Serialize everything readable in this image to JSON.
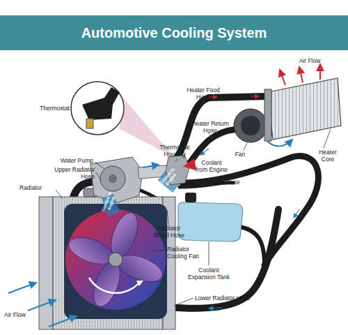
{
  "diagram": {
    "title": "Automotive Cooling System",
    "labels": [
      "Thermostat",
      "Heater Food Hose",
      "Air Flow",
      "Heater Return Hose",
      "Heater Core",
      "Fan",
      "Thermostat Housing",
      "Coolant from Engine",
      "Water Pump",
      "Upper Radiator Hose",
      "Coolant to Engine",
      "Steam Hose",
      "Coolant to Engine",
      "Radiator",
      "Radiator Bleed Hose",
      "Radiator Cooling Fan",
      "Coolant Expansion Tank",
      "Lower Radiator Hose",
      "Air Flow"
    ]
  }
}
